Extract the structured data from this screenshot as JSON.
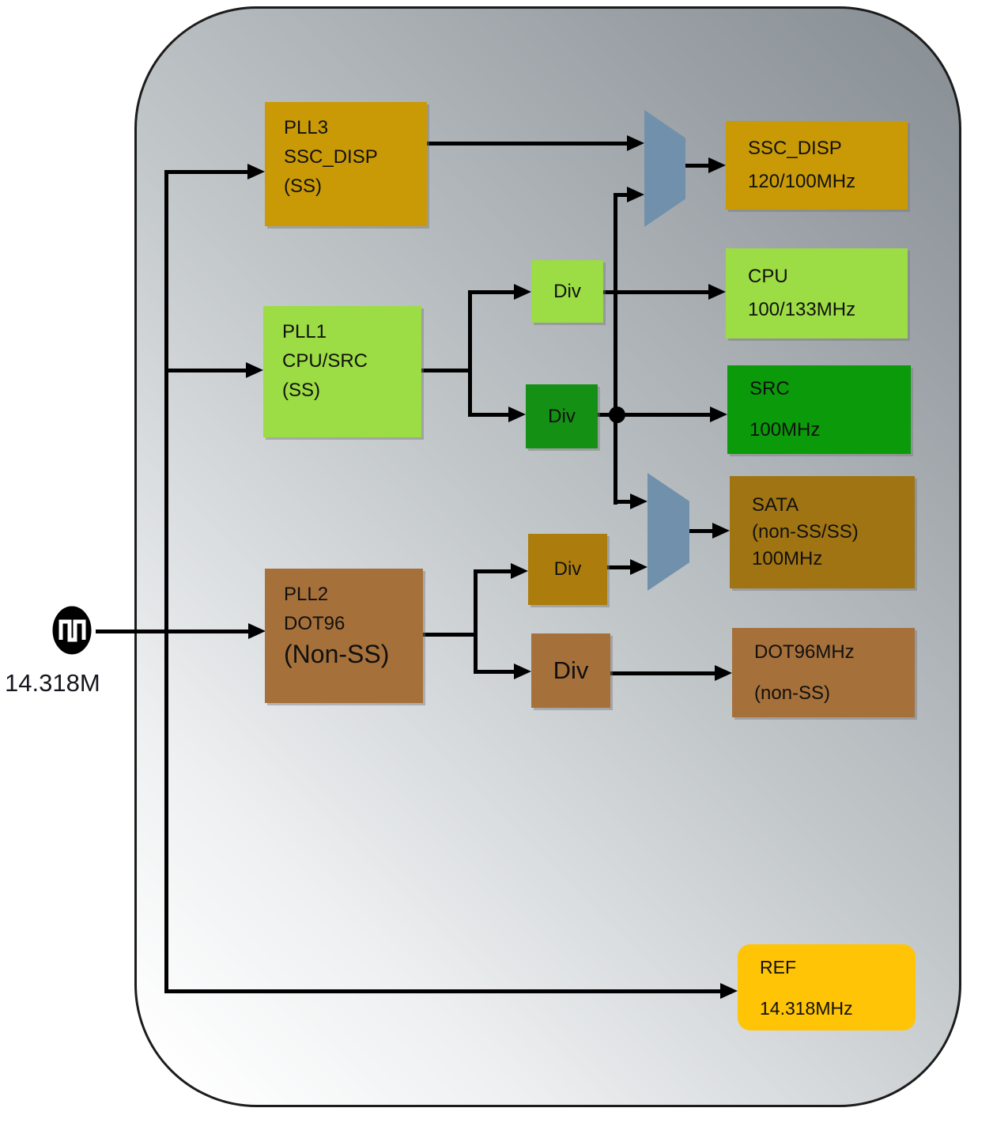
{
  "diagram": {
    "colors": {
      "gold": "#C99A06",
      "light-green": "#9CDC44",
      "src-green": "#0A9A0A",
      "div-green": "#149114",
      "dark-gold": "#AC7D0C",
      "sata-brown": "#A07412",
      "brown": "#A6703A",
      "ref-yellow": "#FFC405",
      "mux-blue": "#7190AB",
      "wire": "#000000"
    },
    "input": {
      "label": "14.318M",
      "icon": "clock-waveform-icon"
    },
    "blocks": {
      "pll3": {
        "lines": [
          "PLL3",
          "SSC_DISP",
          "(SS)"
        ]
      },
      "pll1": {
        "lines": [
          "PLL1",
          "CPU/SRC",
          "(SS)"
        ]
      },
      "pll2": {
        "lines": [
          "PLL2",
          "DOT96",
          "(Non-SS)"
        ]
      },
      "div_cpu": {
        "label": "Div"
      },
      "div_src": {
        "label": "Div"
      },
      "div_sata": {
        "label": "Div"
      },
      "div_dot96": {
        "label": "Div"
      },
      "out_ssc": {
        "lines": [
          "SSC_DISP",
          "120/100MHz"
        ]
      },
      "out_cpu": {
        "lines": [
          "CPU",
          "100/133MHz"
        ]
      },
      "out_src": {
        "lines": [
          "SRC",
          "100MHz"
        ]
      },
      "out_sata": {
        "lines": [
          "SATA",
          "(non-SS/SS)",
          "100MHz"
        ]
      },
      "out_dot96": {
        "lines": [
          "DOT96MHz",
          "(non-SS)"
        ]
      },
      "out_ref": {
        "lines": [
          "REF",
          "14.318MHz"
        ]
      }
    }
  }
}
